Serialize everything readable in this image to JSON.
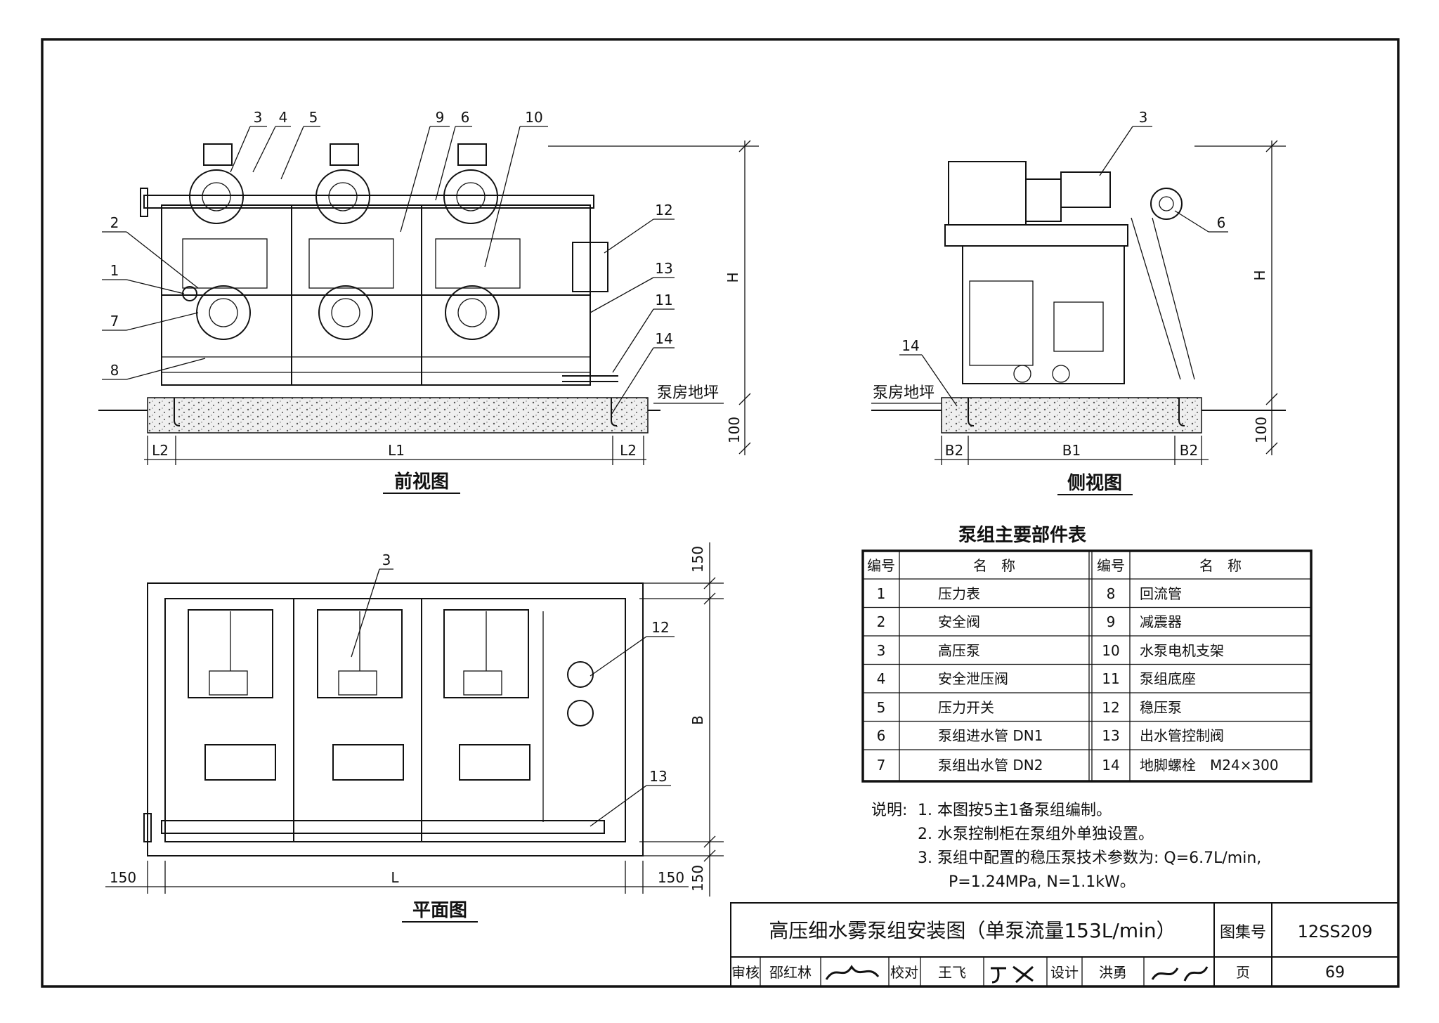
{
  "views": {
    "front": {
      "title": "前视图",
      "callouts": [
        "3",
        "4",
        "5",
        "9",
        "6",
        "10",
        "12",
        "2",
        "1",
        "13",
        "11",
        "7",
        "14",
        "8"
      ],
      "floor_label": "泵房地坪",
      "dim_L2": "L2",
      "dim_L1": "L1",
      "dim_H": "H",
      "dim_100": "100"
    },
    "side": {
      "title": "侧视图",
      "callouts": [
        "3",
        "6",
        "14"
      ],
      "floor_label": "泵房地坪",
      "dim_B2": "B2",
      "dim_B1": "B1",
      "dim_H": "H",
      "dim_100": "100"
    },
    "plan": {
      "title": "平面图",
      "callouts": [
        "3",
        "12",
        "13"
      ],
      "dim_150": "150",
      "dim_L": "L",
      "dim_B": "B"
    }
  },
  "parts_table": {
    "title": "泵组主要部件表",
    "headers": {
      "no": "编号",
      "name": "名　称"
    },
    "rows": [
      {
        "no1": "1",
        "name1": "压力表",
        "no2": "8",
        "name2": "回流管"
      },
      {
        "no1": "2",
        "name1": "安全阀",
        "no2": "9",
        "name2": "减震器"
      },
      {
        "no1": "3",
        "name1": "高压泵",
        "no2": "10",
        "name2": "水泵电机支架"
      },
      {
        "no1": "4",
        "name1": "安全泄压阀",
        "no2": "11",
        "name2": "泵组底座"
      },
      {
        "no1": "5",
        "name1": "压力开关",
        "no2": "12",
        "name2": "稳压泵"
      },
      {
        "no1": "6",
        "name1": "泵组进水管 DN1",
        "no2": "13",
        "name2": "出水管控制阀"
      },
      {
        "no1": "7",
        "name1": "泵组出水管 DN2",
        "no2": "14",
        "name2": "地脚螺栓　M24×300"
      }
    ]
  },
  "notes": {
    "label": "说明:",
    "items": [
      "1. 本图按5主1备泵组编制。",
      "2. 水泵控制柜在泵组外单独设置。",
      "3. 泵组中配置的稳压泵技术参数为: Q=6.7L/min,",
      "P=1.24MPa, N=1.1kW。"
    ]
  },
  "title_block": {
    "title": "高压细水雾泵组安装图（单泵流量153L/min）",
    "atlas_label": "图集号",
    "atlas_no": "12SS209",
    "review_label": "审核",
    "reviewer": "邵红林",
    "check_label": "校对",
    "checker": "王飞",
    "design_label": "设计",
    "designer": "洪勇",
    "page_label": "页",
    "page_no": "69"
  }
}
